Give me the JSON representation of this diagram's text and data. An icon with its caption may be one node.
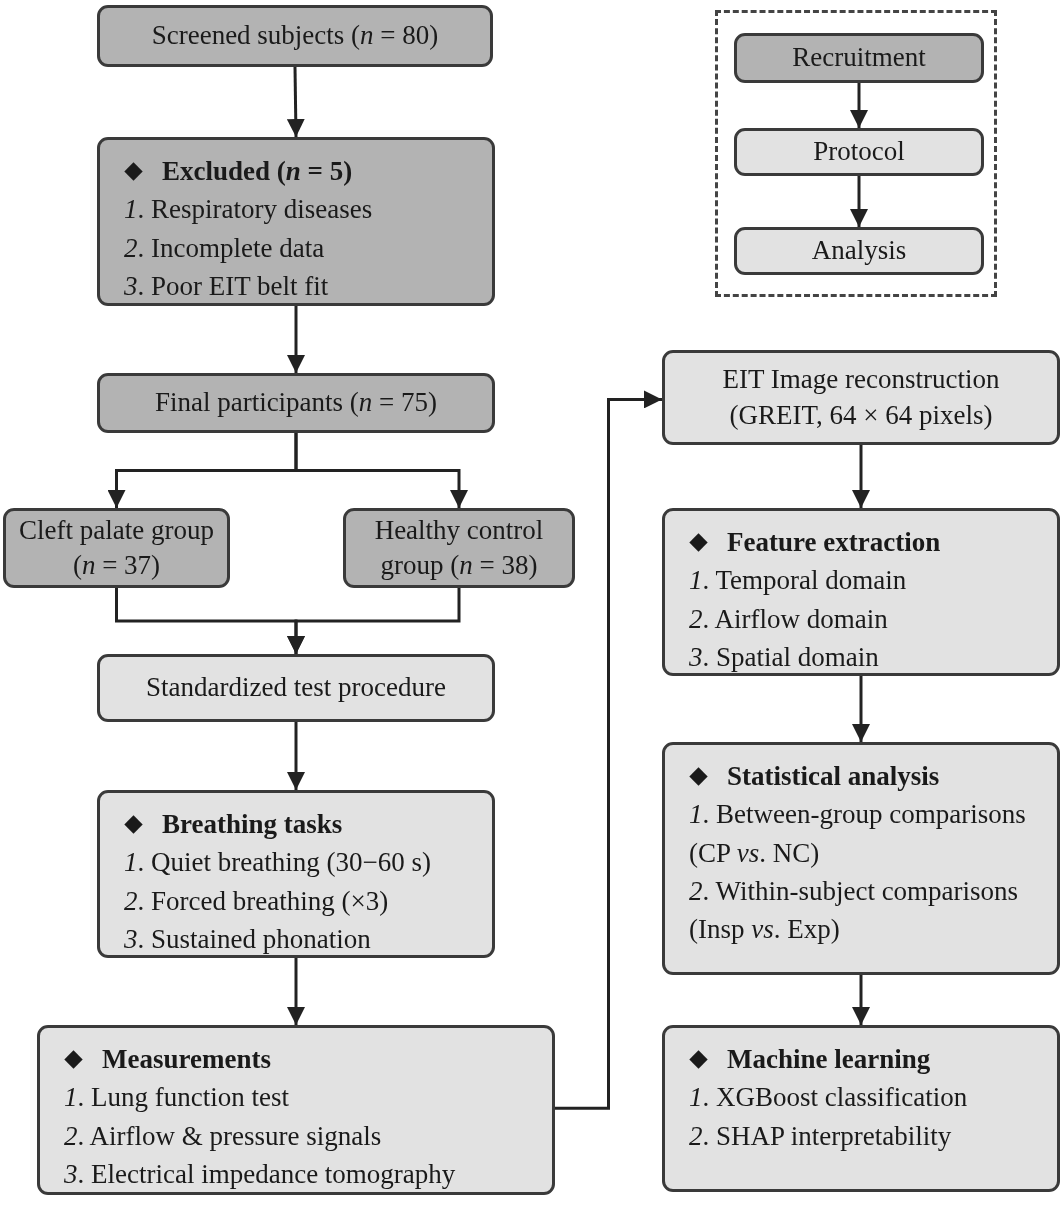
{
  "diagram": {
    "nodes": [
      {
        "text": [
          "Screened subjects (*n* = 80)"
        ]
      },
      {
        "text": [
          "Excluded (*n* = 5)",
          "*1*. Respiratory diseases",
          "*2*. Incomplete data",
          "*3*. Poor EIT belt fit"
        ]
      },
      {
        "text": [
          "Final participants (*n* = 75)"
        ]
      },
      {
        "text": [
          "Cleft palate group (*n* = 37)"
        ]
      },
      {
        "text": [
          "Healthy control group (*n* = 38)"
        ]
      },
      {
        "text": [
          "Standardized test procedure"
        ]
      },
      {
        "text": [
          "Breathing tasks",
          "*1*. Quiet breathing (30−60 s)",
          "*2*. Forced breathing (×3)",
          "*3*. Sustained phonation"
        ]
      },
      {
        "text": [
          "Measurements",
          "*1*. Lung function test",
          "*2*. Airflow & pressure signals",
          "*3*. Electrical impedance tomography"
        ]
      },
      {
        "text": [
          "EIT Image reconstruction (GREIT, 64 × 64 pixels)"
        ]
      },
      {
        "text": [
          "Feature extraction",
          "*1*. Temporal domain",
          "*2*. Airflow domain",
          "*3*. Spatial domain"
        ]
      },
      {
        "text": [
          "Statistical analysis",
          "*1*. Between-group comparisons (CP *vs*. NC)",
          "*2*. Within-subject comparisons (Insp *vs*. Exp)"
        ]
      },
      {
        "text": [
          "Machine learning",
          "*1*. XGBoost classification",
          "*2*. SHAP interpretability"
        ]
      },
      {
        "text": [],
        "shape": "box"
      },
      {
        "text": [
          "Recruitment"
        ],
        "in": 12
      },
      {
        "text": [
          "Protocol"
        ],
        "in": 12
      },
      {
        "text": [
          "Analysis"
        ],
        "in": 12
      }
    ],
    "edges": [
      {
        "from": 0,
        "to": 1,
        "arrow": "to"
      },
      {
        "from": 1,
        "to": 2,
        "arrow": "to"
      },
      {
        "from": 2,
        "to": 3,
        "arrow": "to"
      },
      {
        "from": 2,
        "to": 4,
        "arrow": "to"
      },
      {
        "from": 3,
        "to": 5,
        "arrow": "to"
      },
      {
        "from": 4,
        "to": 5,
        "arrow": "to"
      },
      {
        "from": 5,
        "to": 6,
        "arrow": "to"
      },
      {
        "from": 6,
        "to": 7,
        "arrow": "to"
      },
      {
        "from": 7,
        "to": 8,
        "arrow": "to"
      },
      {
        "from": 8,
        "to": 9,
        "arrow": "to"
      },
      {
        "from": 9,
        "to": 10,
        "arrow": "to"
      },
      {
        "from": 10,
        "to": 11,
        "arrow": "to"
      },
      {
        "from": 13,
        "to": 14,
        "arrow": "to"
      },
      {
        "from": 14,
        "to": 15,
        "arrow": "to"
      }
    ]
  }
}
